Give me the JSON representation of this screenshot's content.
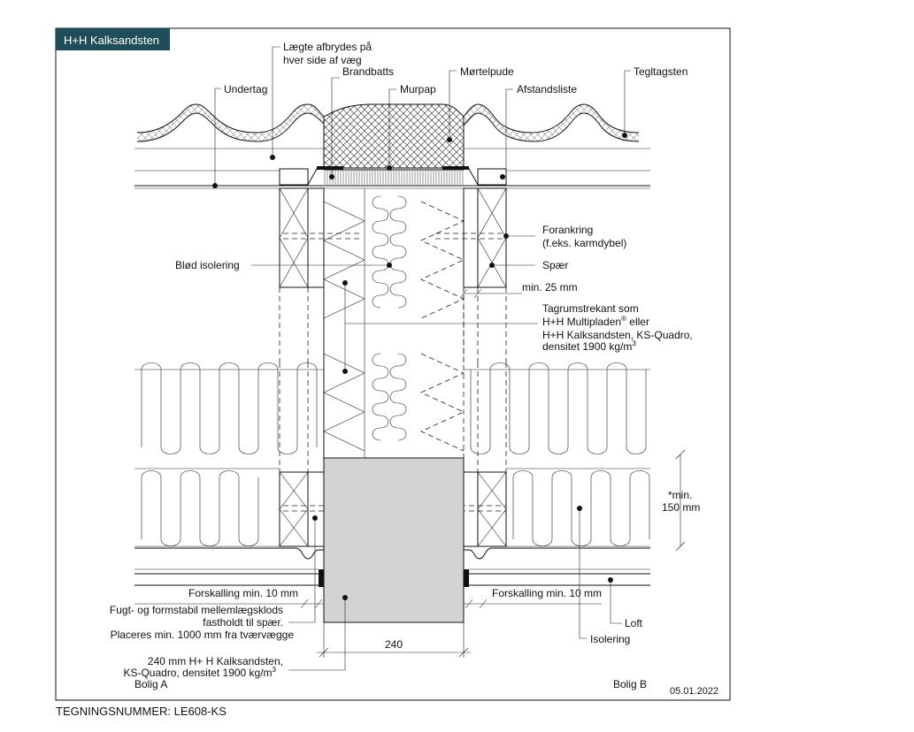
{
  "badge": "H+H Kalksandsten",
  "drawing_number": "TEGNINGSNUMMER: LE608-KS",
  "date": "05.01.2022",
  "bolig_a": "Bolig A",
  "bolig_b": "Bolig B",
  "labels": {
    "laegte_1": "Lægte afbrydes på",
    "laegte_2": "hver side af væg",
    "brandbatts": "Brandbatts",
    "murpap": "Murpap",
    "mortelpude": "Mørtelpude",
    "tegltagsten": "Tegltagsten",
    "undertag": "Undertag",
    "afstandsliste": "Afstandsliste",
    "forankring_1": "Forankring",
    "forankring_2": "(f.eks. karmdybel)",
    "blod_isolering": "Blød isolering",
    "spaer": "Spær",
    "min25": "min. 25 mm",
    "tagrum_1": "Tagrumstrekant som",
    "tagrum_2": "H+H Multipladen",
    "tagrum_2b": "®",
    "tagrum_2c": " eller",
    "tagrum_3": "H+H Kalksandsten, KS-Quadro,",
    "tagrum_4": "densitet 1900 kg/m",
    "tagrum_4b": "3",
    "min150_1": "*min.",
    "min150_2": "150 mm",
    "forskalling_l": "Forskalling min. 10 mm",
    "forskalling_r": "Forskalling min. 10 mm",
    "fugt_1": "Fugt- og formstabil mellemlægsklods",
    "fugt_2": "fastholdt til spær.",
    "fugt_3": "Placeres min. 1000 mm fra tværvægge",
    "loft": "Loft",
    "isolering": "Isolering",
    "dim240": "240",
    "wall_1": "240 mm H+ H Kalksandsten,",
    "wall_2": "KS-Quadro, densitet 1900 kg/m",
    "wall_2b": "3"
  },
  "colors": {
    "badge_bg": "#1f4e5a",
    "badge_text": "#ffffff",
    "wall_fill": "#d3d4d1",
    "ink": "#111111"
  }
}
